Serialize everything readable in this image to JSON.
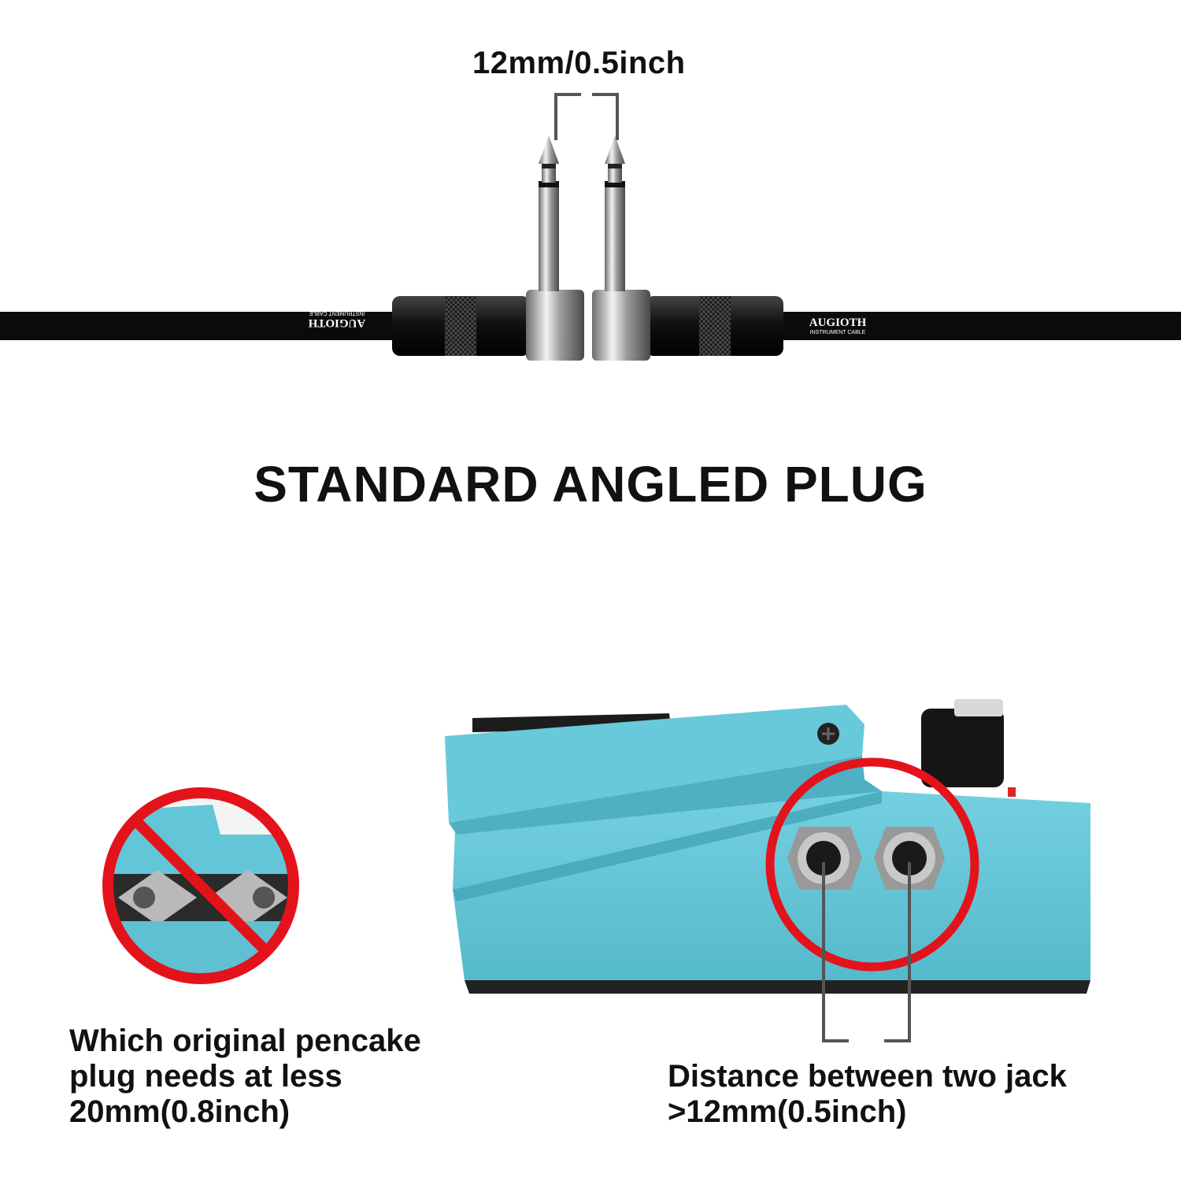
{
  "dimension_label": "12mm/0.5inch",
  "headline": "STANDARD ANGLED PLUG",
  "cable_brand": "AUGIOTH",
  "cable_sub": "INSTRUMENT CABLE",
  "left_caption": [
    "Which original pencake",
    "plug needs at less",
    "20mm(0.8inch)"
  ],
  "right_caption": [
    "Distance between two jack",
    ">12mm(0.5inch)"
  ],
  "colors": {
    "pedal": "#5fc4d7",
    "warning": "#e4131b",
    "text": "#111111"
  },
  "icons": [
    "no-symbol-icon"
  ]
}
